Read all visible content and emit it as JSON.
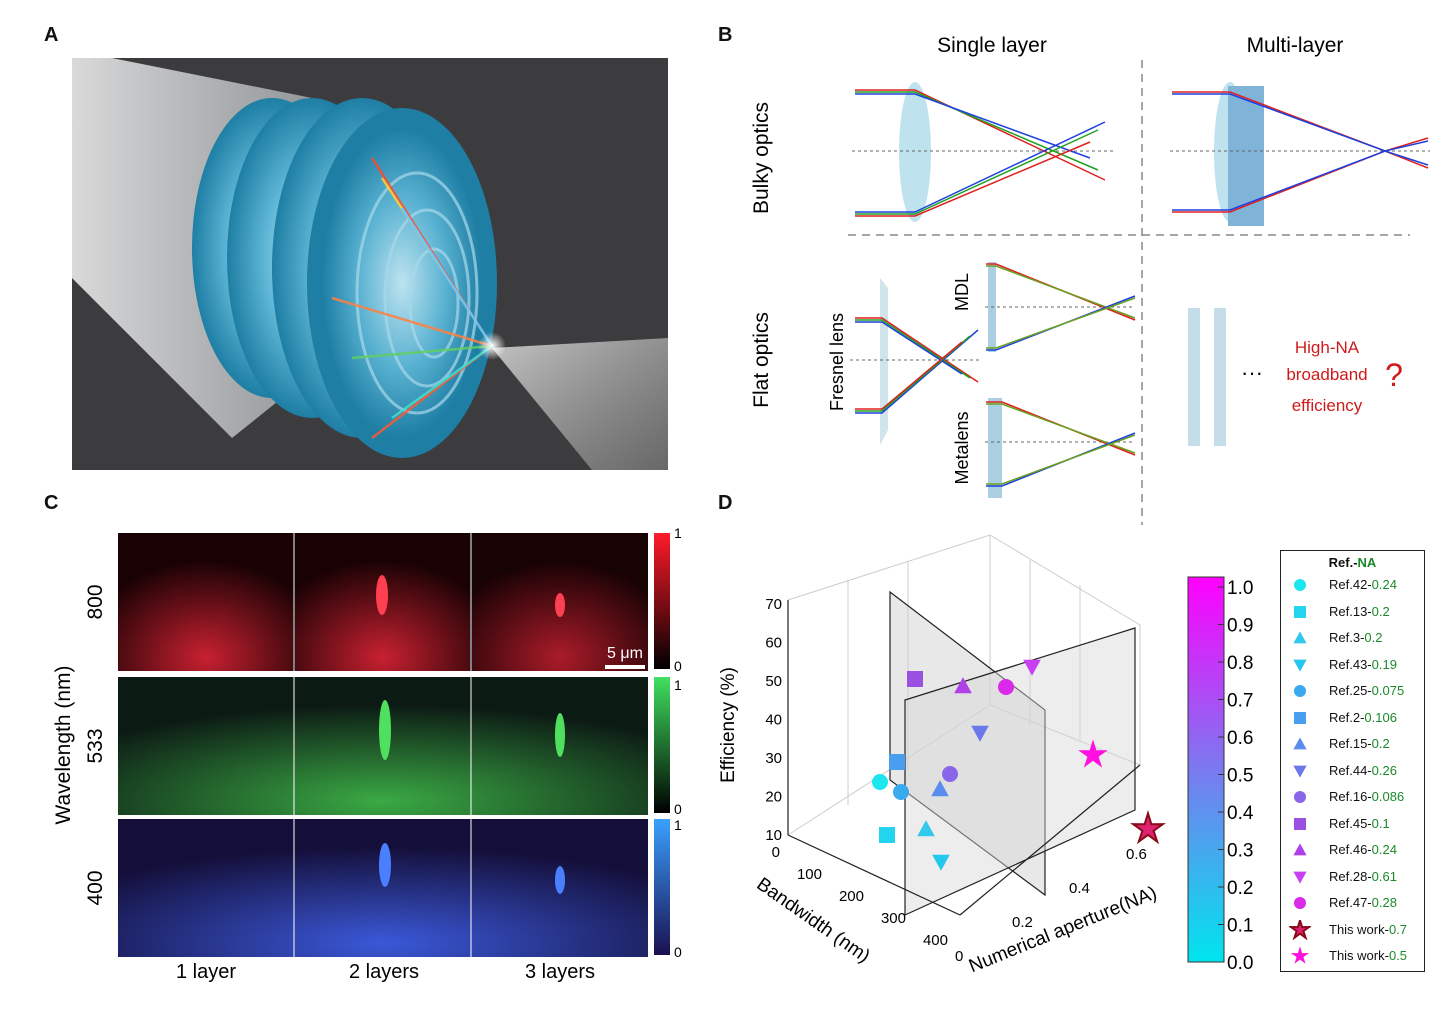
{
  "panels": {
    "a": "A",
    "b": "B",
    "c": "C",
    "d": "D"
  },
  "panel_b": {
    "col_single": "Single layer",
    "col_multi": "Multi-layer",
    "row_bulky": "Bulky optics",
    "row_flat": "Flat optics",
    "fresnel": "Fresnel lens",
    "mdl": "MDL",
    "metalens": "Metalens",
    "dots": "···",
    "q_line1": "High-NA",
    "q_line2": "broadband",
    "q_line3": "efficiency",
    "qmark": "?"
  },
  "panel_c": {
    "ylabel": "Wavelength (nm)",
    "rows": [
      "800",
      "533",
      "400"
    ],
    "cols": [
      "1 layer",
      "2 layers",
      "3 layers"
    ],
    "scalebar": "5 μm",
    "cbar_max": "1",
    "cbar_min": "0",
    "colors": {
      "red": "#ff2030",
      "green": "#3ccf4e",
      "blue": "#3a6cff"
    }
  },
  "chart_data": {
    "type": "scatter",
    "title": "",
    "xlabel": "Bandwidth (nm)",
    "ylabel": "Numerical aperture(NA)",
    "zlabel": "Efficiency (%)",
    "x_ticks": [
      "0",
      "100",
      "200",
      "300",
      "400"
    ],
    "y_ticks": [
      "0",
      "0.2",
      "0.4",
      "0.6"
    ],
    "z_ticks": [
      "10",
      "20",
      "30",
      "40",
      "50",
      "60",
      "70"
    ],
    "colorbar_ticks": [
      "0.0",
      "0.1",
      "0.2",
      "0.3",
      "0.4",
      "0.5",
      "0.6",
      "0.7",
      "0.8",
      "0.9",
      "1.0"
    ],
    "colorbar_colors": [
      "#00e5ee",
      "#ff00ff"
    ],
    "legend_title_ref": "Ref.-",
    "legend_title_na": "NA",
    "series": [
      {
        "ref": "Ref.42-",
        "na": "0.24",
        "marker": "circle",
        "color": "#1ee6ee"
      },
      {
        "ref": "Ref.13-",
        "na": "0.2",
        "marker": "square",
        "color": "#22d4ee"
      },
      {
        "ref": "Ref.3-",
        "na": "0.2",
        "marker": "triangle-up",
        "color": "#33c8ee"
      },
      {
        "ref": "Ref.43-",
        "na": "0.19",
        "marker": "triangle-down",
        "color": "#22c8ee"
      },
      {
        "ref": "Ref.25-",
        "na": "0.075",
        "marker": "circle",
        "color": "#3aaaee"
      },
      {
        "ref": "Ref.2-",
        "na": "0.106",
        "marker": "square",
        "color": "#4a9ef0"
      },
      {
        "ref": "Ref.15-",
        "na": "0.2",
        "marker": "triangle-up",
        "color": "#5a8cee"
      },
      {
        "ref": "Ref.44-",
        "na": "0.26",
        "marker": "triangle-down",
        "color": "#6a78ea"
      },
      {
        "ref": "Ref.16-",
        "na": "0.086",
        "marker": "circle",
        "color": "#8a66ea"
      },
      {
        "ref": "Ref.45-",
        "na": "0.1",
        "marker": "square",
        "color": "#9a50e0"
      },
      {
        "ref": "Ref.46-",
        "na": "0.24",
        "marker": "triangle-up",
        "color": "#b040e8"
      },
      {
        "ref": "Ref.28-",
        "na": "0.61",
        "marker": "triangle-down",
        "color": "#c840f0"
      },
      {
        "ref": "Ref.47-",
        "na": "0.28",
        "marker": "circle",
        "color": "#d82ae8"
      },
      {
        "ref": "This work-",
        "na": "0.7",
        "marker": "star-outline",
        "color": "#e0207a"
      },
      {
        "ref": "This work-",
        "na": "0.5",
        "marker": "star",
        "color": "#ff10e0"
      }
    ]
  }
}
